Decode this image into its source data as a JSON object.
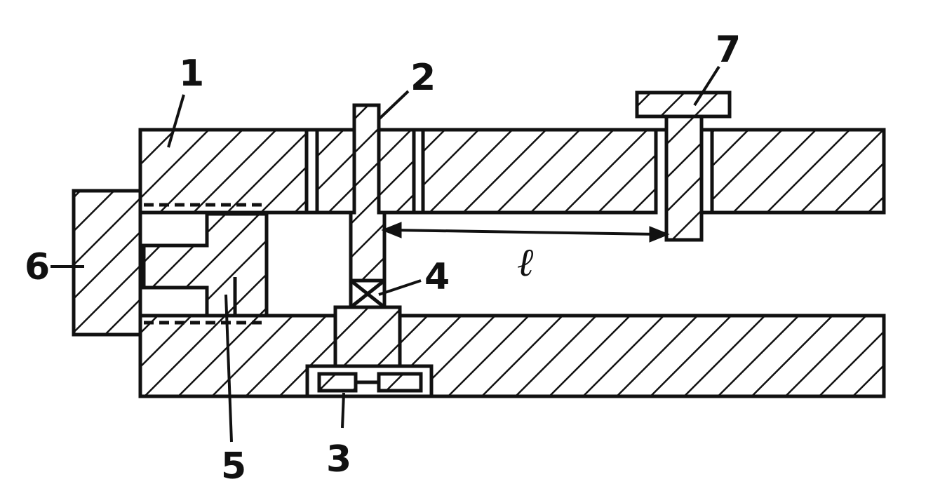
{
  "diagram": {
    "labels": {
      "part_1": "1",
      "part_2": "2",
      "part_3": "3",
      "part_4": "4",
      "part_5": "5",
      "part_6": "6",
      "part_7": "7",
      "length": "ℓ"
    },
    "colors": {
      "ink": "#111111",
      "paper": "#ffffff"
    }
  }
}
